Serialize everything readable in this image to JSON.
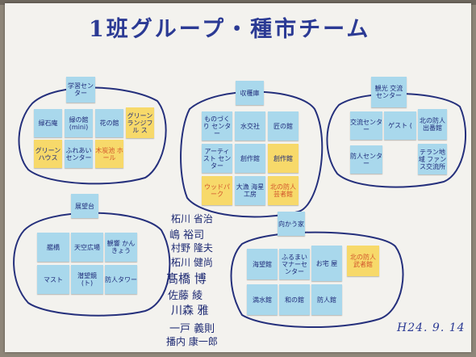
{
  "title": "1班グループ・種市チーム",
  "sections": {
    "gakushu": {
      "header": "学習センター",
      "notes": [
        "緑石庵",
        "緑の館 (mini)",
        "花の館",
        "グリーン ランジフル ス",
        "グリーンハウス",
        "ふれあい センター",
        "木炭池 ホール"
      ]
    },
    "shukakusa": {
      "header": "収穫庫",
      "notes": [
        "ものづくり センター",
        "水交社",
        "匠の館",
        "アーティスト センター",
        "創作館",
        "創作館",
        "ウッドパーク",
        "大漁 海星 工房",
        "北の防人 芸者館"
      ]
    },
    "kanko": {
      "header": "観光 交流 センター",
      "notes": [
        "交流センター",
        "ゲスト (",
        "北の防人 出番館",
        "防人センター",
        "テラン地域 ファンス交流所"
      ]
    },
    "tenbodai": {
      "header": "展望台",
      "notes": [
        "艦橋",
        "天空広場",
        "観響 かんきょう",
        "マスト",
        "潜望鏡 (ト)",
        "防人タワー"
      ]
    },
    "mukaikan": {
      "header": "向かう家",
      "notes": [
        "海望館",
        "ふるまい マナーセンター",
        "お宅 屋",
        "北の防人 武者館",
        "満水館",
        "和の館",
        "防人館"
      ]
    }
  },
  "members": [
    "柘川 省治",
    "嶋 裕司",
    "村野 隆夫",
    "柘川 健尚",
    "髙橋 博",
    "佐藤 綾",
    "川森 雅",
    "一戸 義則",
    "播内 康一郎"
  ],
  "date": "H24. 9. 14"
}
